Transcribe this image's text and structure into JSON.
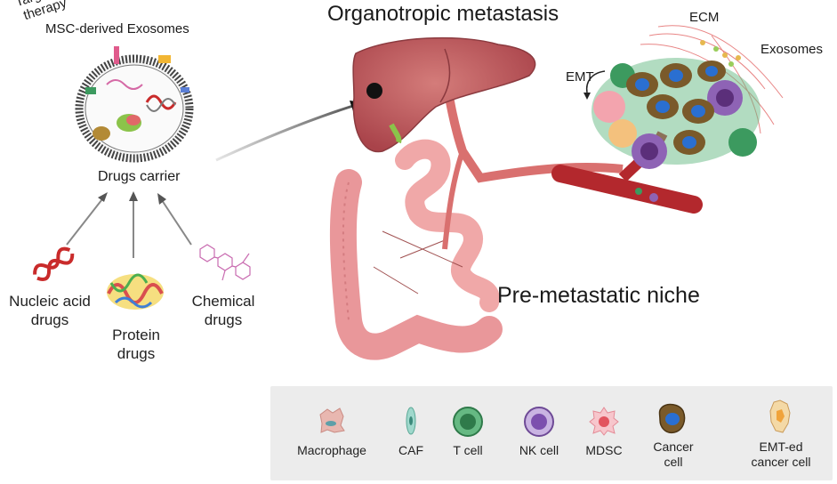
{
  "title": "Organotropic metastasis",
  "subtitle": "Pre-metastatic niche",
  "exosome_label": "MSC-derived Exosomes",
  "carrier_label": "Drugs carrier",
  "targeted_label_line1": "Targeted",
  "targeted_label_line2": "therapy",
  "ecm_label": "ECM",
  "exosomes_label": "Exosomes",
  "emt_label": "EMT",
  "drugs": [
    {
      "line1": "Nucleic acid",
      "line2": "drugs"
    },
    {
      "line1": "Protein",
      "line2": "drugs"
    },
    {
      "line1": "Chemical",
      "line2": "drugs"
    }
  ],
  "legend": [
    {
      "label": "Macrophage",
      "icon": "macrophage-icon",
      "color": "#e8b7b0"
    },
    {
      "label": "CAF",
      "icon": "caf-icon",
      "color": "#9fd8cc"
    },
    {
      "label": "T cell",
      "icon": "t-cell-icon",
      "color": "#3c9a5f"
    },
    {
      "label": "NK cell",
      "icon": "nk-cell-icon",
      "color": "#8e63b5"
    },
    {
      "label": "MDSC",
      "icon": "mdsc-icon",
      "color": "#f3a4ae"
    },
    {
      "label": "Cancer cell",
      "label_line1": "Cancer",
      "label_line2": "cell",
      "icon": "cancer-cell-icon",
      "color": "#7a5a2a"
    },
    {
      "label": "EMT-ed cancer cell",
      "label_line1": "EMT-ed",
      "label_line2": "cancer cell",
      "icon": "emt-cancer-cell-icon",
      "color": "#f4c17d"
    }
  ]
}
